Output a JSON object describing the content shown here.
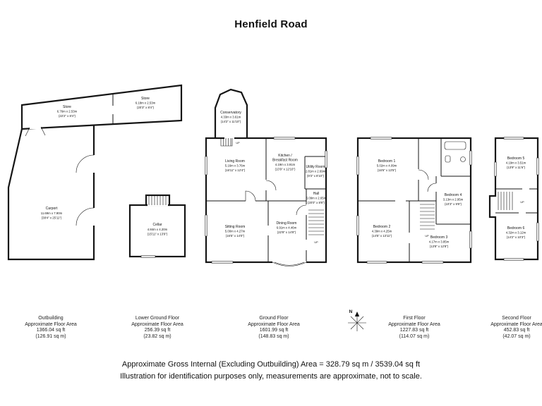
{
  "title": "Henfield Road",
  "up_label": "UP",
  "compass": {
    "north_label": "N"
  },
  "floors": {
    "outbuilding": {
      "label": {
        "name": "Outbuilding",
        "line2": "Approximate Floor Area",
        "line3": "1366.04 sq ft",
        "line4": "(126.91 sq m)"
      },
      "rooms": {
        "store1": {
          "name": "Store",
          "metric": "6.76m x 2.53m",
          "imperial": "(22'2\" x 8'4\")"
        },
        "store2": {
          "name": "Store",
          "metric": "6.18m x 2.53m",
          "imperial": "(20'3\" x 8'4\")"
        },
        "carport": {
          "name": "Carport",
          "metric": "11.69m x 7.90m",
          "imperial": "(38'4\" x 25'11\")"
        }
      }
    },
    "lower_ground": {
      "label": {
        "name": "Lower Ground Floor",
        "line2": "Approximate Floor Area",
        "line3": "256.39 sq ft",
        "line4": "(23.82 sq m)"
      },
      "rooms": {
        "cellar": {
          "name": "Cellar",
          "metric": "4.84m x 4.20m",
          "imperial": "(15'11\" x 13'9\")"
        }
      }
    },
    "ground": {
      "label": {
        "name": "Ground Floor",
        "line2": "Approximate Floor Area",
        "line3": "1601.99 sq ft",
        "line4": "(148.83 sq m)"
      },
      "rooms": {
        "conservatory": {
          "name": "Conservatory",
          "metric": "4.33m x 3.61m",
          "imperial": "(14'2\" x 11'10\")"
        },
        "living": {
          "name": "Living Room",
          "metric": "5.16m x 3.76m",
          "imperial": "(16'11\" x 12'4\")"
        },
        "kitchen": {
          "name": "Kitchen /",
          "name2": "Breakfast Room",
          "metric": "4.19m x 3.91m",
          "imperial": "(13'9\" x 12'10\")"
        },
        "utility": {
          "name": "Utility Room",
          "metric": "2.81m x 2.69m",
          "imperial": "(9'3\" x 8'10\")"
        },
        "hall": {
          "name": "Hall",
          "metric": "6.09m x 2.65m",
          "imperial": "(20'0\" x 8'8\")"
        },
        "sitting": {
          "name": "Sitting Room",
          "metric": "5.00m x 4.27m",
          "imperial": "(16'5\" x 14'0\")"
        },
        "dining": {
          "name": "Dining Room",
          "metric": "6.91m x 4.46m",
          "imperial": "(22'8\" x 14'8\")"
        }
      }
    },
    "first": {
      "label": {
        "name": "First Floor",
        "line2": "Approximate Floor Area",
        "line3": "1227.83 sq ft",
        "line4": "(114.07 sq m)"
      },
      "rooms": {
        "bedroom1": {
          "name": "Bedroom 1",
          "metric": "5.02m x 4.09m",
          "imperial": "(16'6\" x 13'5\")"
        },
        "bedroom2": {
          "name": "Bedroom 2",
          "metric": "4.39m x 4.25m",
          "imperial": "(14'5\" x 13'11\")"
        },
        "bedroom3": {
          "name": "Bedroom 3",
          "metric": "4.17m x 3.85m",
          "imperial": "(13'8\" x 12'8\")"
        },
        "bedroom4": {
          "name": "Bedroom 4",
          "metric": "3.13m x 2.95m",
          "imperial": "(10'3\" x 9'8\")"
        }
      }
    },
    "second": {
      "label": {
        "name": "Second Floor",
        "line2": "Approximate Floor Area",
        "line3": "452.83 sq ft",
        "line4": "(42.07 sq m)"
      },
      "rooms": {
        "bedroom5": {
          "name": "Bedroom 5",
          "metric": "4.19m x 3.51m",
          "imperial": "(13'9\" x 11'6\")"
        },
        "bedroom6": {
          "name": "Bedroom 6",
          "metric": "4.32m x 3.12m",
          "imperial": "(14'2\" x 10'3\")"
        }
      }
    }
  },
  "footer": {
    "line1": "Approximate Gross Internal (Excluding Outbuilding) Area = 328.79 sq m / 3539.04 sq ft",
    "line2": "Illustration for identification purposes only, measurements are approximate, not to scale."
  }
}
